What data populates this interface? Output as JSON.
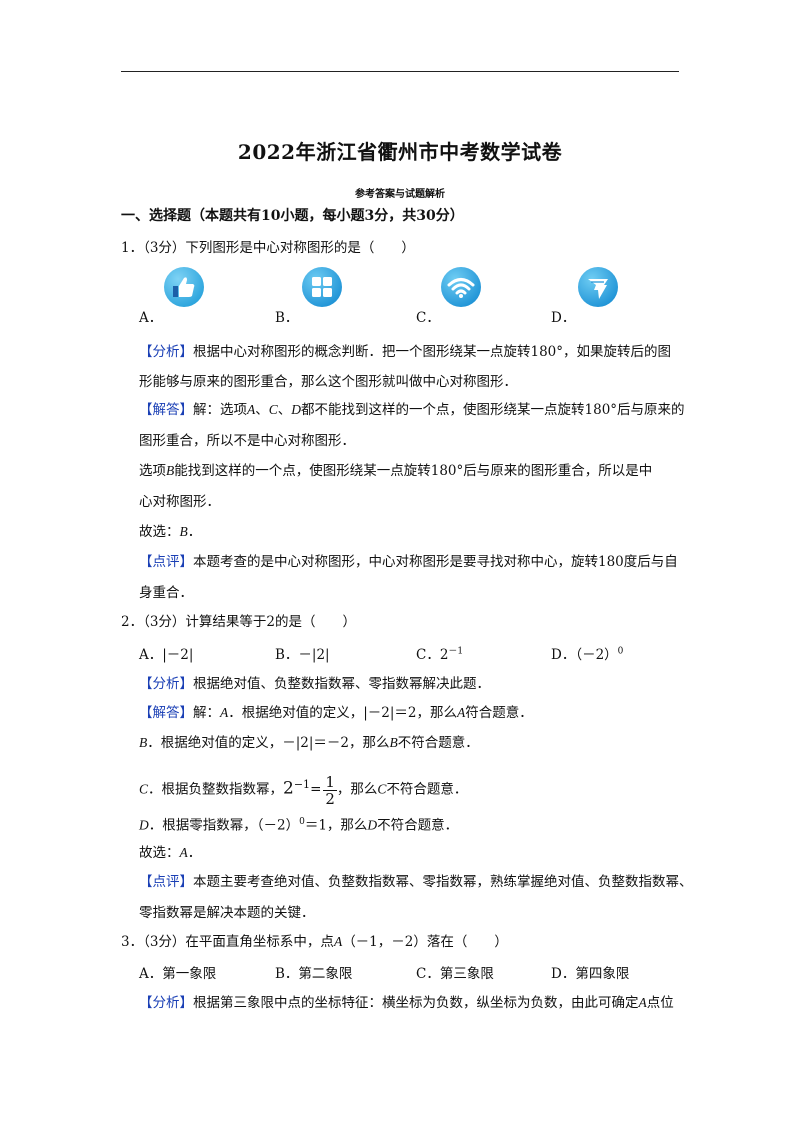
{
  "title": "2022年浙江省衢州市中考数学试卷",
  "subtitle": "参考答案与试题解析",
  "section1": "一、选择题（本题共有10小题，每小题3分，共30分）",
  "q1": {
    "stem": "1．（3分）下列图形是中心对称图形的是（　　）",
    "labels": [
      "A．",
      "B．",
      "C．",
      "D．"
    ],
    "analysis_tag": "【分析】",
    "analysis_1": "根据中心对称图形的概念判断．把一个图形绕某一点旋转180°，如果旋转后的图",
    "analysis_2": "形能够与原来的图形重合，那么这个图形就叫做中心对称图形．",
    "answer_tag": "【解答】",
    "answer_1a": "解：选项",
    "answer_1b": "A",
    "answer_1c": "、",
    "answer_1d": "C",
    "answer_1e": "、",
    "answer_1f": "D",
    "answer_1g": "都不能找到这样的一个点，使图形绕某一点旋转180°后与原来的",
    "answer_2": "图形重合，所以不是中心对称图形．",
    "answer_3a": "选项",
    "answer_3b": "B",
    "answer_3c": "能找到这样的一个点，使图形绕某一点旋转180°后与原来的图形重合，所以是中",
    "answer_4": "心对称图形．",
    "choice_a": "故选：",
    "choice_b": "B",
    "choice_c": "．",
    "comment_tag": "【点评】",
    "comment_1": "本题考查的是中心对称图形，中心对称图形是要寻找对称中心，旋转180度后与自",
    "comment_2": "身重合．"
  },
  "q2": {
    "stem": "2．（3分）计算结果等于2的是（　　）",
    "opt_a": "A．|－2|",
    "opt_b": "B．－|2|",
    "opt_c": "C．2",
    "opt_c_sup": "－1",
    "opt_d": "D．（－2）",
    "opt_d_sup": "0",
    "analysis_tag": "【分析】",
    "analysis": "根据绝对值、负整数指数幂、零指数幂解决此题．",
    "answer_tag": "【解答】",
    "answer_1a": "解：",
    "answer_1b": "A",
    "answer_1c": "．根据绝对值的定义，|－2|＝2，那么",
    "answer_1d": "A",
    "answer_1e": "符合题意．",
    "b_1": "B",
    "b_2": "．根据绝对值的定义，－|2|＝－2，那么",
    "b_3": "B",
    "b_4": "不符合题意．",
    "c_1": "C",
    "c_2": "．根据负整数指数幂，",
    "c_base": "2",
    "c_exp": "−1",
    "c_eq": "=",
    "c_num": "1",
    "c_den": "2",
    "c_3": "，那么",
    "c_4": "C",
    "c_5": "不符合题意．",
    "d_1": "D",
    "d_2": "．根据零指数幂，（－2）",
    "d_sup": "0",
    "d_3": "＝1，那么",
    "d_4": "D",
    "d_5": "不符合题意．",
    "choice_a": "故选：",
    "choice_b": "A",
    "choice_c": "．",
    "comment_tag": "【点评】",
    "comment_1": "本题主要考查绝对值、负整数指数幂、零指数幂，熟练掌握绝对值、负整数指数幂、",
    "comment_2": "零指数幂是解决本题的关键．"
  },
  "q3": {
    "stem_a": "3．（3分）在平面直角坐标系中，点",
    "stem_b": "A",
    "stem_c": "（－1，－2）落在（　　）",
    "opt_a": "A．第一象限",
    "opt_b": "B．第二象限",
    "opt_c": "C．第三象限",
    "opt_d": "D．第四象限",
    "analysis_tag": "【分析】",
    "analysis_a": "根据第三象限中点的坐标特征：横坐标为负数，纵坐标为负数，由此可确定",
    "analysis_b": "A",
    "analysis_c": "点位"
  },
  "colors": {
    "tag_blue": "#1a3fb5",
    "icon_light": "#3db2e6",
    "icon_dark": "#1f93d6"
  },
  "icons": [
    "thumbs-up-icon",
    "grid-window-icon",
    "wifi-icon",
    "bird-icon"
  ]
}
